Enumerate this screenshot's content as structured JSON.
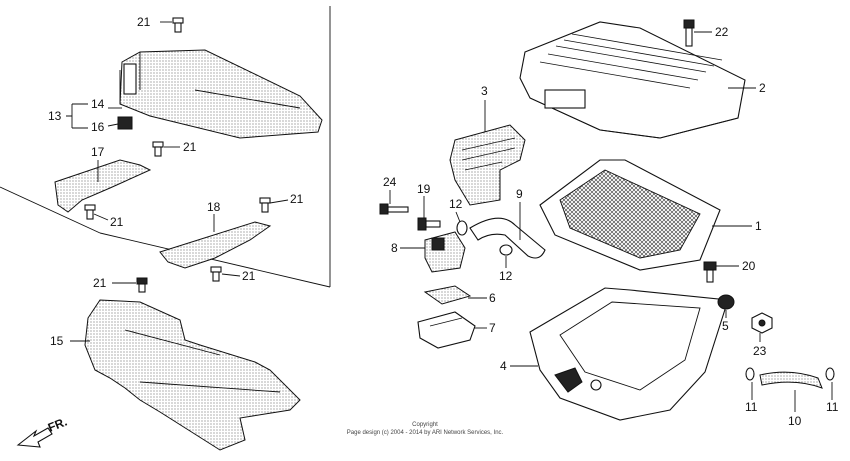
{
  "diagram": {
    "callouts": [
      "1",
      "2",
      "3",
      "4",
      "5",
      "6",
      "7",
      "8",
      "9",
      "10",
      "11",
      "12",
      "13",
      "14",
      "15",
      "16",
      "17",
      "18",
      "19",
      "20",
      "21",
      "22",
      "23",
      "24"
    ],
    "front_marker": "FR.",
    "footer": {
      "line1": "Copyright",
      "line2": "Page design (c) 2004 - 2014 by ARI Network Services, Inc."
    }
  }
}
